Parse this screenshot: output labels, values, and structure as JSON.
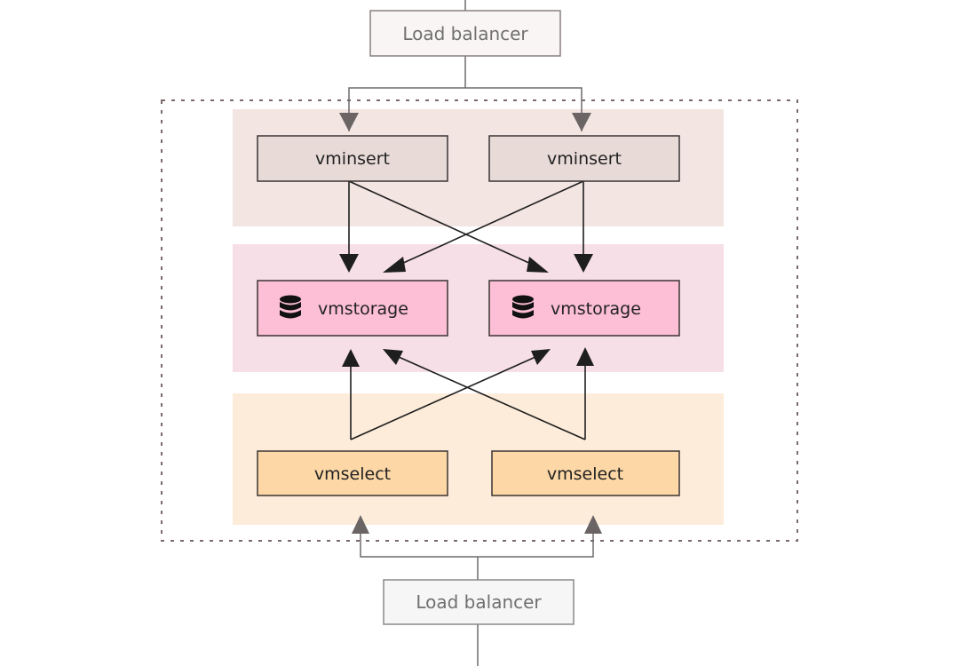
{
  "diagram": {
    "title": "VictoriaMetrics cluster architecture",
    "cluster_boundary": {
      "style": "dotted",
      "color": "#7a6a6a"
    },
    "load_balancers": [
      {
        "id": "lb-top",
        "label": "Load balancer",
        "fill": "#f8f5f4",
        "stroke": "#8a8080"
      },
      {
        "id": "lb-bottom",
        "label": "Load balancer",
        "fill": "#f6f6f6",
        "stroke": "#8a8a8a"
      }
    ],
    "layers": [
      {
        "id": "insert-layer",
        "fill": "#f3e5e2",
        "nodes": [
          {
            "id": "vminsert-1",
            "label": "vminsert",
            "fill": "#e8dad7",
            "icon": null
          },
          {
            "id": "vminsert-2",
            "label": "vminsert",
            "fill": "#e8dad7",
            "icon": null
          }
        ]
      },
      {
        "id": "storage-layer",
        "fill": "#f6dfe7",
        "nodes": [
          {
            "id": "vmstorage-1",
            "label": "vmstorage",
            "fill": "#fdbfd6",
            "icon": "database-icon"
          },
          {
            "id": "vmstorage-2",
            "label": "vmstorage",
            "fill": "#fdbfd6",
            "icon": "database-icon"
          }
        ]
      },
      {
        "id": "select-layer",
        "fill": "#fdecd9",
        "nodes": [
          {
            "id": "vmselect-1",
            "label": "vmselect",
            "fill": "#fdd8a6",
            "icon": null
          },
          {
            "id": "vmselect-2",
            "label": "vmselect",
            "fill": "#fdd8a6",
            "icon": null
          }
        ]
      }
    ],
    "edges": [
      {
        "from": "lb-top",
        "to": "vminsert-1"
      },
      {
        "from": "lb-top",
        "to": "vminsert-2"
      },
      {
        "from": "vminsert-1",
        "to": "vmstorage-1"
      },
      {
        "from": "vminsert-1",
        "to": "vmstorage-2"
      },
      {
        "from": "vminsert-2",
        "to": "vmstorage-1"
      },
      {
        "from": "vminsert-2",
        "to": "vmstorage-2"
      },
      {
        "from": "vmselect-1",
        "to": "vmstorage-1"
      },
      {
        "from": "vmselect-1",
        "to": "vmstorage-2"
      },
      {
        "from": "vmselect-2",
        "to": "vmstorage-1"
      },
      {
        "from": "vmselect-2",
        "to": "vmstorage-2"
      },
      {
        "from": "lb-bottom",
        "to": "vmselect-1"
      },
      {
        "from": "lb-bottom",
        "to": "vmselect-2"
      }
    ],
    "colors": {
      "node_stroke": "#3a3434",
      "edge": "#1e1e1e",
      "lb_edge": "#6e6a6a"
    }
  }
}
